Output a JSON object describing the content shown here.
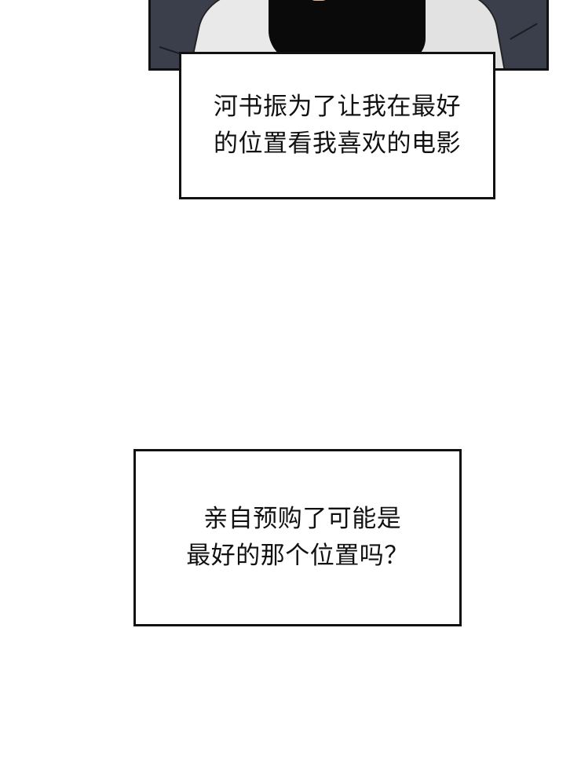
{
  "captions": [
    {
      "lines": [
        "河书振为了让我在最好",
        "的位置看我喜欢的电影"
      ]
    },
    {
      "lines": [
        "亲自预购了可能是",
        "最好的那个位置吗？"
      ]
    }
  ],
  "colors": {
    "panel_bg": "#3a3f4b",
    "border": "#111111",
    "text": "#111111",
    "page_bg": "#ffffff"
  }
}
